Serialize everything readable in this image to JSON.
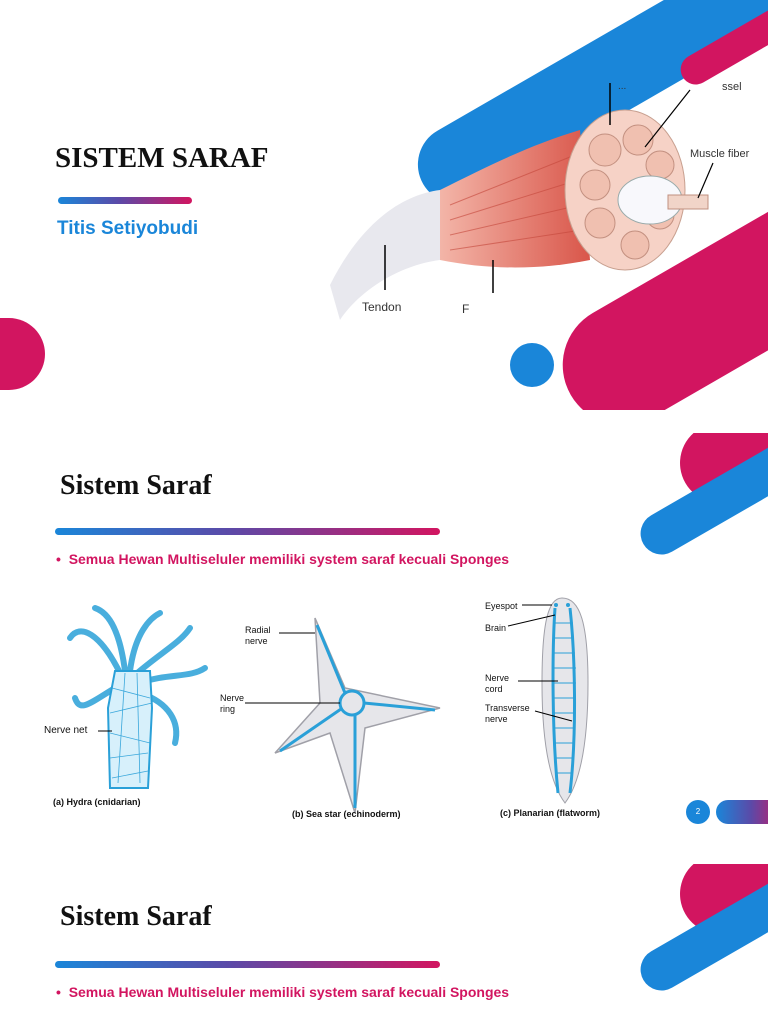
{
  "slides": [
    {
      "title": "SISTEM SARAF",
      "author": "Titis Setiyobudi",
      "muscle_labels": {
        "vessel": "ssel",
        "fiber": "Muscle fiber",
        "tendon": "Tendon",
        "top_left": "...",
        "bottom": "F"
      }
    },
    {
      "title": "Sistem Saraf",
      "bullet": "Semua Hewan Multiseluler memiliki system saraf kecuali Sponges",
      "page_number": "2",
      "figures": {
        "hydra": {
          "caption": "(a) Hydra (cnidarian)",
          "label_nerve_net": "Nerve net"
        },
        "seastar": {
          "caption": "(b) Sea star (echinoderm)",
          "label_radial_1": "Radial",
          "label_radial_2": "nerve",
          "label_ring_1": "Nerve",
          "label_ring_2": "ring"
        },
        "planarian": {
          "caption": "(c) Planarian (flatworm)",
          "label_eyespot": "Eyespot",
          "label_brain": "Brain",
          "label_cord_1": "Nerve",
          "label_cord_2": "cord",
          "label_trans_1": "Transverse",
          "label_trans_2": "nerve"
        }
      }
    },
    {
      "title": "Sistem Saraf",
      "bullet": "Semua Hewan Multiseluler memiliki system saraf kecuali Sponges"
    }
  ],
  "colors": {
    "blue": "#1a86d9",
    "magenta": "#d21560",
    "purple": "#5b4aa8"
  }
}
